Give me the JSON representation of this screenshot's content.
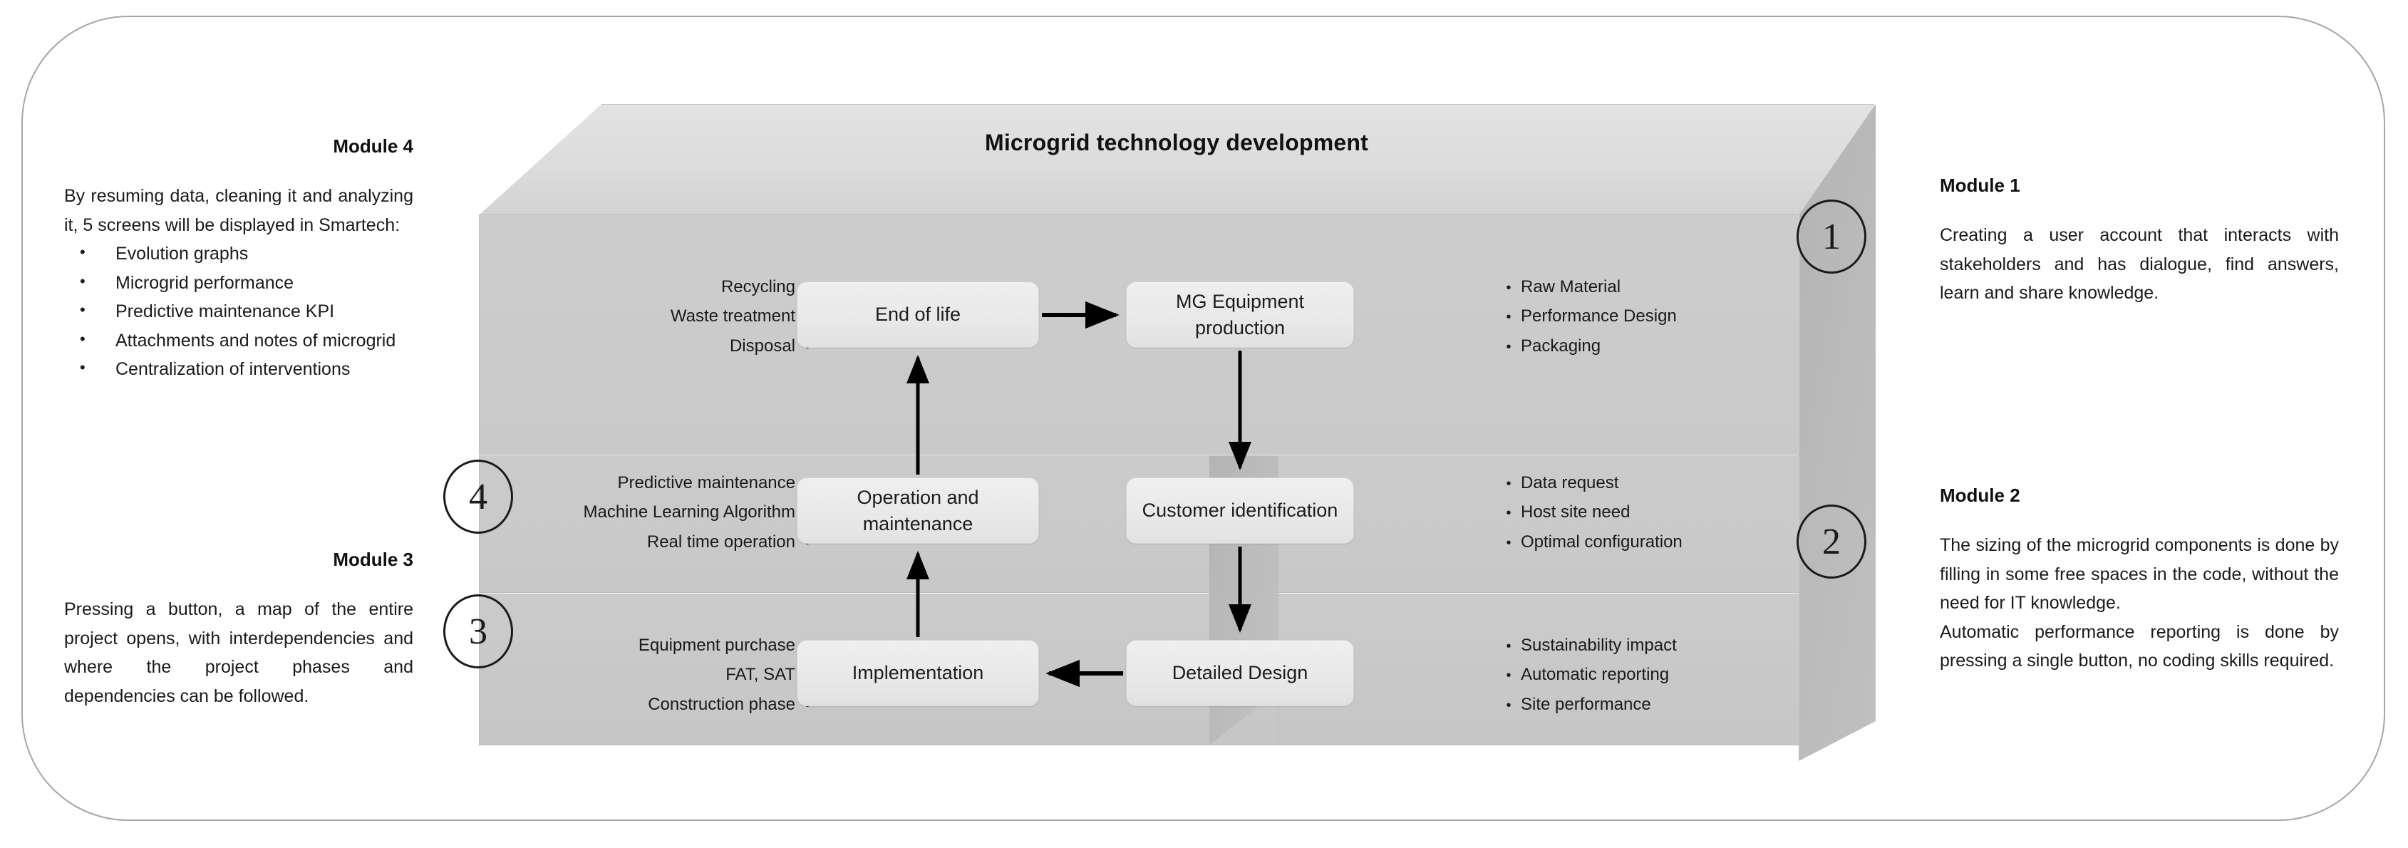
{
  "diagram": {
    "title": "Microgrid technology development",
    "center_box_label": "Microgrid technology development"
  },
  "modules": {
    "module4": {
      "title": "Module 4",
      "intro": "By resuming data, cleaning it and analyzing it, 5 screens will be displayed in Smartech:",
      "bullets": [
        "Evolution graphs",
        "Microgrid performance",
        "Predictive maintenance KPI",
        "Attachments and notes of microgrid",
        "Centralization of interventions"
      ]
    },
    "module3": {
      "title": "Module 3",
      "body": "Pressing a button, a map of the entire project opens, with interdependencies and where the project phases and dependencies can be followed."
    },
    "module1": {
      "title": "Module 1",
      "body": "Creating a user account that interacts with stakeholders and has dialogue, find answers, learn and share knowledge."
    },
    "module2": {
      "title": "Module 2",
      "body_1": "The sizing of the microgrid components is done by filling in some free spaces in the code, without the need for IT knowledge.",
      "body_2": "Automatic performance reporting is done by pressing a single button, no coding skills required."
    }
  },
  "markers": {
    "one": "1",
    "two": "2",
    "three": "3",
    "four": "4"
  },
  "process_boxes": {
    "end_of_life": "End of life",
    "mg_equipment_production": "MG Equipment production",
    "operation_and_maintenance": "Operation and maintenance",
    "customer_identification": "Customer identification",
    "implementation": "Implementation",
    "detailed_design": "Detailed Design"
  },
  "bullet_groups": {
    "end_of_life": [
      "Recycling",
      "Waste treatment",
      "Disposal"
    ],
    "mg_equipment_production": [
      "Raw Material",
      "Performance Design",
      "Packaging"
    ],
    "operation_and_maintenance": [
      "Predictive maintenance",
      "Machine Learning Algorithm",
      "Real time operation"
    ],
    "customer_identification": [
      "Data request",
      "Host site need",
      "Optimal configuration"
    ],
    "implementation": [
      "Equipment purchase",
      "FAT, SAT",
      "Construction phase"
    ],
    "detailed_design": [
      "Sustainability impact",
      "Automatic reporting",
      "Site performance"
    ]
  },
  "bullet_char": "•",
  "colors": {
    "frame_border": "#a6a6a6",
    "cube_front": "#cbcbcb",
    "cube_top": "#dcdcdc",
    "cube_side": "#b9b9b9",
    "process_box": "#ebebeb",
    "text": "#1a1a1a",
    "arrow": "#000000"
  },
  "flow": {
    "edges": [
      {
        "from": "end_of_life",
        "to": "mg_equipment_production"
      },
      {
        "from": "mg_equipment_production",
        "to": "customer_identification"
      },
      {
        "from": "customer_identification",
        "to": "detailed_design"
      },
      {
        "from": "detailed_design",
        "to": "implementation"
      },
      {
        "from": "implementation",
        "to": "operation_and_maintenance"
      },
      {
        "from": "operation_and_maintenance",
        "to": "end_of_life"
      }
    ]
  }
}
